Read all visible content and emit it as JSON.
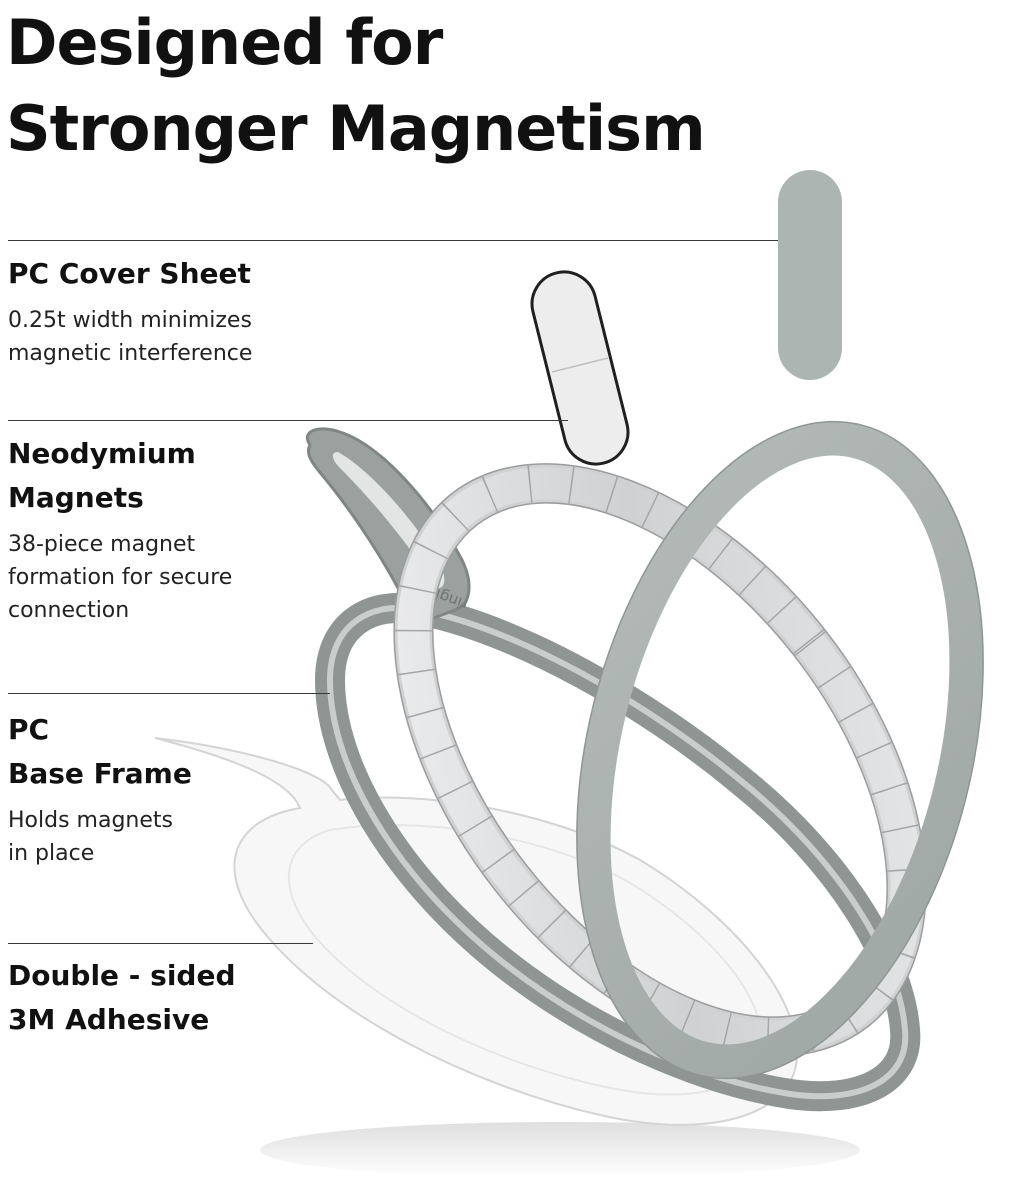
{
  "title": {
    "line1": "Designed for",
    "line2": "Stronger Magnetism"
  },
  "sections": [
    {
      "heading_lines": [
        "PC Cover Sheet"
      ],
      "desc_lines": [
        "0.25t width minimizes",
        "magnetic interference"
      ]
    },
    {
      "heading_lines": [
        "Neodymium",
        "Magnets"
      ],
      "desc_lines": [
        "38-piece magnet",
        "formation for secure",
        "connection"
      ]
    },
    {
      "heading_lines": [
        "PC",
        "Base Frame"
      ],
      "desc_lines": [
        "Holds magnets",
        "in place"
      ]
    },
    {
      "heading_lines": [
        "Double - sided",
        "3M Adhesive"
      ],
      "desc_lines": []
    }
  ],
  "brand_mark": "ringke",
  "colors": {
    "cover_gray": "#a9b1ae",
    "frame_gray": "#8e9593",
    "magnet_silver": "#d9dadb",
    "text": "#111111",
    "line": "#3a3a3a"
  }
}
